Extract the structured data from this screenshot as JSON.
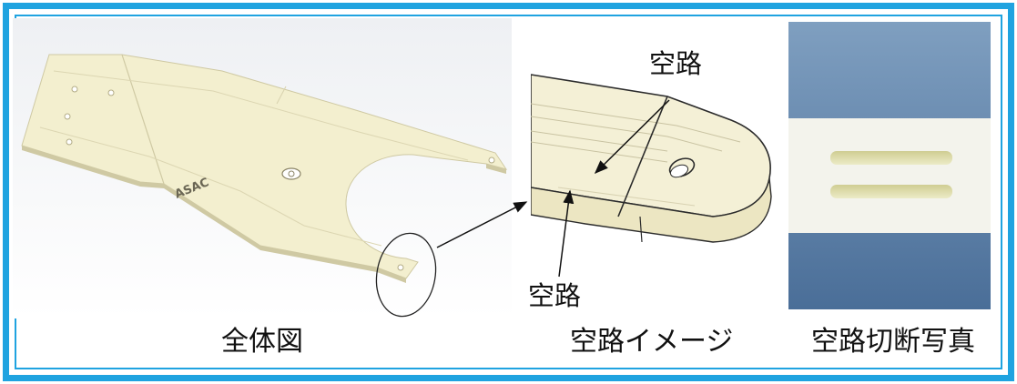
{
  "captions": {
    "overall": "全体図",
    "image": "空路イメージ",
    "photo": "空路切断写真"
  },
  "callouts": {
    "top": "空路",
    "bottom": "空路"
  },
  "part_marking": "ASAC",
  "colors": {
    "frame": "#1fa3e0",
    "part": "#f3efcf",
    "part_edge": "#cfc9a3",
    "photo_bg": "#7f9fc0",
    "channel": "#e2e1b2"
  }
}
